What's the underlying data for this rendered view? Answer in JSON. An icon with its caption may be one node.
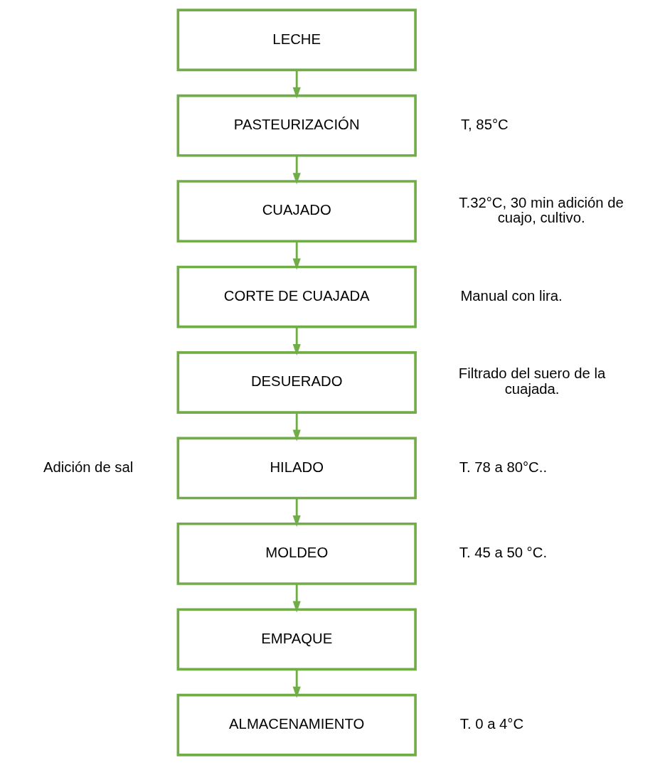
{
  "diagram": {
    "nodes": [
      {
        "text": [
          "LECHE"
        ]
      },
      {
        "text": [
          "PASTEURIZACIÓN"
        ],
        "beside": [
          "T, 85°C"
        ]
      },
      {
        "text": [
          "CUAJADO"
        ],
        "beside": [
          "T.32°C, 30 min adición de cuajo, cultivo."
        ]
      },
      {
        "text": [
          "CORTE DE CUAJADA"
        ],
        "beside": [
          "Manual con lira."
        ]
      },
      {
        "text": [
          "DESUERADO"
        ],
        "beside": [
          "Filtrado del suero de la cuajada."
        ]
      },
      {
        "text": [
          "HILADO"
        ],
        "beside": [
          "Adición de sal",
          "T. 78 a 80°C.."
        ]
      },
      {
        "text": [
          "MOLDEO"
        ],
        "beside": [
          "T. 45 a 50 °C."
        ]
      },
      {
        "text": [
          "EMPAQUE"
        ]
      },
      {
        "text": [
          "ALMACENAMIENTO"
        ],
        "beside": [
          "T. 0 a 4°C"
        ]
      }
    ],
    "edges": [
      {
        "from": 0,
        "to": 1,
        "arrow": "to"
      },
      {
        "from": 1,
        "to": 2,
        "arrow": "to"
      },
      {
        "from": 2,
        "to": 3,
        "arrow": "to"
      },
      {
        "from": 3,
        "to": 4,
        "arrow": "to"
      },
      {
        "from": 4,
        "to": 5,
        "arrow": "to"
      },
      {
        "from": 5,
        "to": 6,
        "arrow": "to"
      },
      {
        "from": 6,
        "to": 7,
        "arrow": "to"
      },
      {
        "from": 7,
        "to": 8,
        "arrow": "to"
      }
    ]
  }
}
